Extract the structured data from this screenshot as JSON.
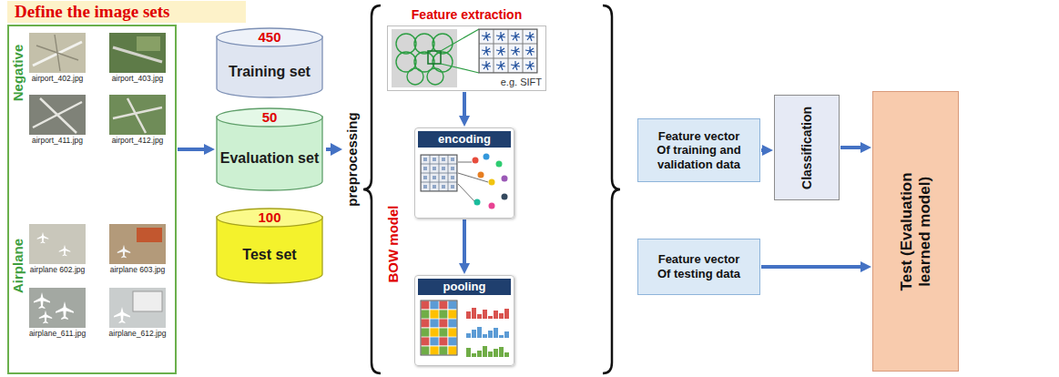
{
  "diagram": {
    "nodes": [
      {
        "text": [
          "Define the image sets"
        ]
      },
      {
        "text": [
          "450",
          "Training set"
        ]
      },
      {
        "text": [
          "50",
          "Evaluation set"
        ]
      },
      {
        "text": [
          "100",
          "Test set"
        ]
      },
      {
        "text": [
          "Feature extraction",
          "e.g. SIFT"
        ]
      },
      {
        "text": [
          "encoding"
        ]
      },
      {
        "text": [
          "pooling"
        ]
      },
      {
        "text": [
          "Feature vector Of training and validation data"
        ]
      },
      {
        "text": [
          "Classification"
        ]
      },
      {
        "text": [
          "Test (Evaluation learned model)"
        ]
      },
      {
        "text": [
          "Feature vector Of testing data"
        ]
      }
    ],
    "edges": [
      {
        "from": 0,
        "to": 2,
        "arrow": "to"
      },
      {
        "from": 4,
        "to": 5,
        "arrow": "to"
      },
      {
        "from": 5,
        "to": 6,
        "arrow": "to"
      },
      {
        "from": 7,
        "to": 8,
        "arrow": "to"
      },
      {
        "from": 8,
        "to": 9,
        "arrow": "to"
      },
      {
        "from": 10,
        "to": 9,
        "arrow": "to"
      }
    ],
    "labels": [
      "Negative",
      "Airplane",
      "airport_402.jpg",
      "airport_403.jpg",
      "airport_411.jpg",
      "airport_412.jpg",
      "airplane 602.jpg",
      "airplane 603.jpg",
      "airplane_611.jpg",
      "airplane_612.jpg",
      "preprocessing",
      "BOW model"
    ]
  }
}
